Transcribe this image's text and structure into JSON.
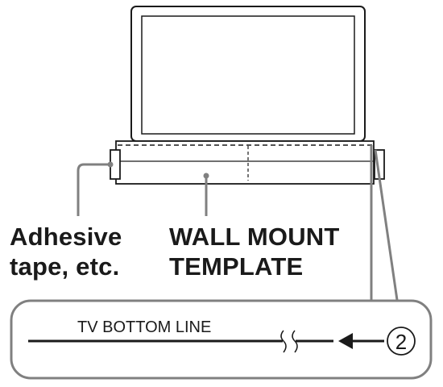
{
  "labels": {
    "adhesive_line1": "Adhesive",
    "adhesive_line2": "tape, etc.",
    "template_line1": "WALL MOUNT",
    "template_line2": "TEMPLATE",
    "tv_bottom_line": "TV BOTTOM LINE",
    "step_number": "2"
  },
  "colors": {
    "ink": "#1a1a1a",
    "leader": "#808080",
    "background": "#ffffff"
  }
}
